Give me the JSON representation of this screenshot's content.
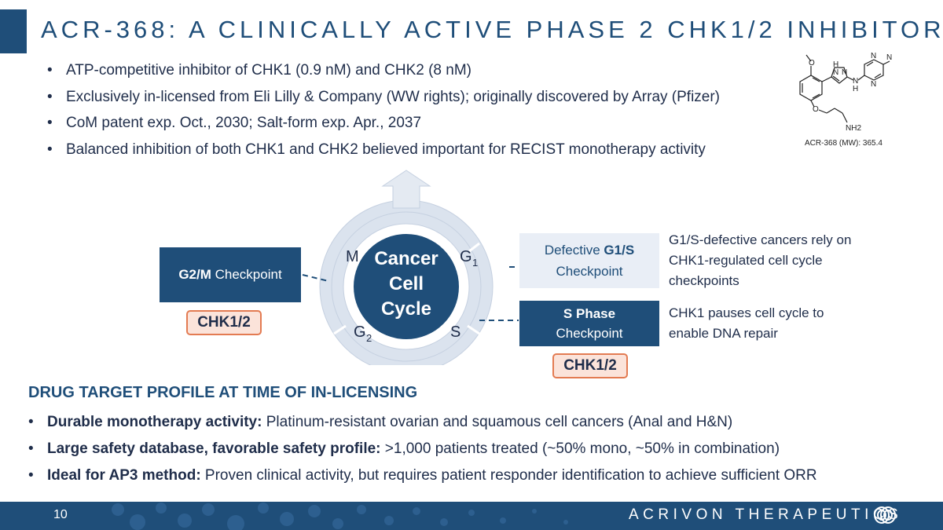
{
  "title": "ACR-368: A CLINICALLY ACTIVE PHASE 2 CHK1/2 INHIBITOR",
  "top_bullets": [
    "ATP-competitive inhibitor of CHK1 (0.9 nM) and CHK2 (8 nM)",
    "Exclusively in-licensed from Eli Lilly & Company (WW rights); originally discovered by Array (Pfizer)",
    "CoM patent exp. Oct., 2030; Salt-form exp.  Apr., 2037",
    "Balanced inhibition of both CHK1 and CHK2 believed important for RECIST monotherapy activity"
  ],
  "molecule": {
    "caption": "ACR-368 (MW): 365.4",
    "atoms": {
      "o_methoxy": "O",
      "o_ether": "O",
      "n_pyrazole_1": "N",
      "n_pyrazole_2": "N",
      "h_pyrazole": "H",
      "n_amine": "N",
      "h_amine": "H",
      "n_pyrazine_1": "N",
      "n_pyrazine_2": "N",
      "n_nitrile": "N",
      "nh2": "NH2"
    }
  },
  "cycle": {
    "center_line1": "Cancer",
    "center_line2": "Cell",
    "center_line3": "Cycle",
    "phase_m": "M",
    "phase_g1": "G",
    "phase_g1_sub": "1",
    "phase_s": "S",
    "phase_g2": "G",
    "phase_g2_sub": "2"
  },
  "checkpoints": {
    "g2m_bold": "G2/M",
    "g2m_rest": " Checkpoint",
    "g1s_prefix": "Defective ",
    "g1s_bold": "G1/S",
    "g1s_line2": "Checkpoint",
    "sphase_line1": "S Phase",
    "sphase_line2": "Checkpoint"
  },
  "badges": {
    "left": "CHK1/2",
    "right": "CHK1/2"
  },
  "notes": {
    "g1s": "G1/S-defective cancers rely on CHK1-regulated cell cycle checkpoints",
    "s_phase": "CHK1 pauses cell cycle to enable DNA repair"
  },
  "profile": {
    "heading": "DRUG TARGET PROFILE AT TIME OF IN-LICENSING",
    "items": [
      {
        "label": "Durable monotherapy activity:",
        "text": " Platinum-resistant ovarian and squamous cell cancers (Anal and H&N)"
      },
      {
        "label": "Large safety database, favorable safety profile:",
        "text": " >1,000 patients treated (~50% mono, ~50% in combination)"
      },
      {
        "label": "Ideal for AP3 method:",
        "text": " Proven clinical activity, but requires patient responder identification to achieve sufficient ORR"
      }
    ]
  },
  "footer": {
    "page_number": "10",
    "company": "ACRIVON THERAPEUTICS"
  },
  "colors": {
    "brand_navy": "#1f4e79",
    "badge_fill": "#fbe3da",
    "badge_border": "#e37b52",
    "light_box": "#e9eef6"
  },
  "icons": {
    "logo": "acrivon-interlocking-rings-logo",
    "cycle_arrows": "circular-arrows-icon"
  }
}
